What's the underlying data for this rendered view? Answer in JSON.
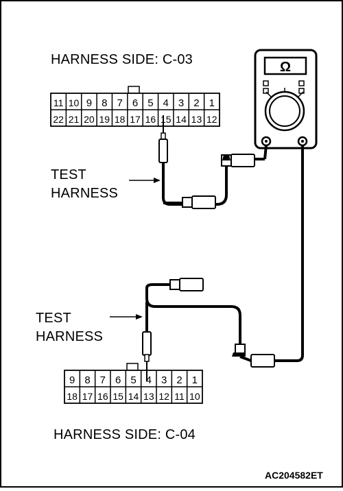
{
  "labels": {
    "top_connector": "HARNESS SIDE: C-03",
    "bottom_connector": "HARNESS SIDE: C-04",
    "test_harness_top": "TEST\nHARNESS",
    "test_harness_bottom": "TEST\nHARNESS",
    "figure_code": "AC204582ET"
  },
  "multimeter": {
    "mode_symbol": "Ω"
  },
  "connectors": {
    "c03": {
      "top_row": [
        "11",
        "10",
        "9",
        "8",
        "7",
        "6",
        "5",
        "4",
        "3",
        "2",
        "1"
      ],
      "bottom_row": [
        "22",
        "21",
        "20",
        "19",
        "18",
        "17",
        "16",
        "15",
        "14",
        "13",
        "12"
      ],
      "probe_terminal": "15"
    },
    "c04": {
      "top_row": [
        "9",
        "8",
        "7",
        "6",
        "5",
        "4",
        "3",
        "2",
        "1"
      ],
      "bottom_row": [
        "18",
        "17",
        "16",
        "15",
        "14",
        "13",
        "12",
        "11",
        "10"
      ],
      "probe_terminal": "4"
    }
  }
}
